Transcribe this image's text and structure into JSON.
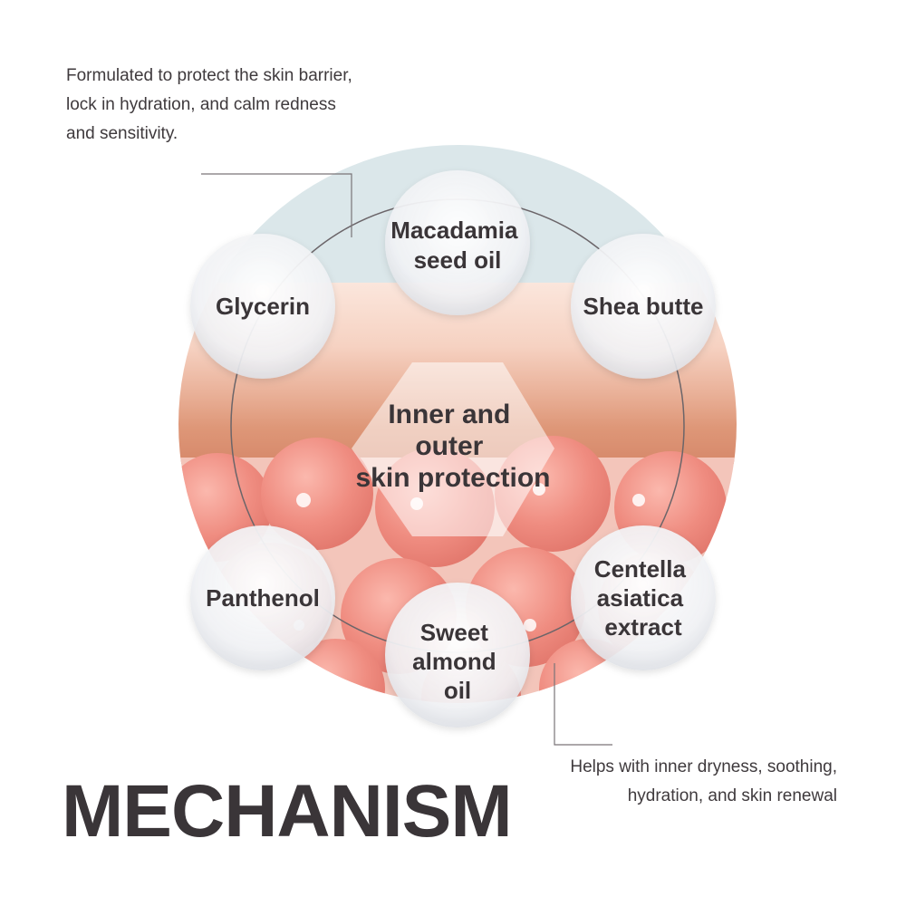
{
  "intro_text": "Formulated to protect the skin barrier, lock in hydration, and calm redness and sensitivity.",
  "outro_text": "Helps with inner dryness, soothing, hydration, and skin renewal",
  "title": "MECHANISM",
  "center_label": [
    "Inner and",
    "outer",
    "skin protection"
  ],
  "ingredients": [
    {
      "lines": [
        "Macadamia",
        "seed oil"
      ]
    },
    {
      "lines": [
        "Shea butte"
      ]
    },
    {
      "lines": [
        "Centella",
        "asiatica",
        "extract"
      ]
    },
    {
      "lines": [
        "Sweet",
        "almond",
        "oil"
      ]
    },
    {
      "lines": [
        "Panthenol"
      ]
    },
    {
      "lines": [
        "Glycerin"
      ]
    }
  ],
  "colors": {
    "text": "#3a3538",
    "sky": "#dbe7ea",
    "skin_band": "#d98a6c",
    "cells": "#ec8a80"
  }
}
